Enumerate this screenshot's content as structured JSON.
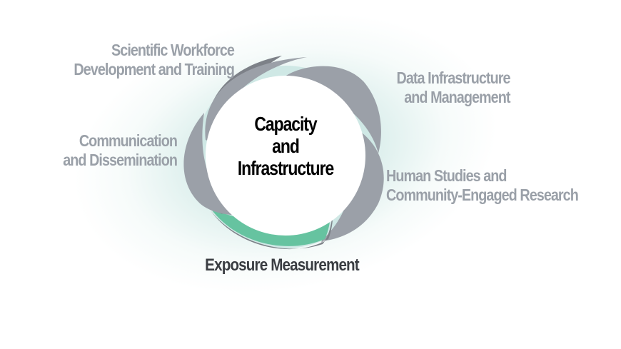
{
  "diagram": {
    "type": "cycle",
    "center": {
      "lines": [
        "Capacity",
        "and",
        "Infrastructure"
      ]
    },
    "segments": [
      {
        "id": "scientific-workforce",
        "lines": [
          "Scientific Workforce",
          "Development and Training"
        ],
        "color": "#9aa0a8",
        "highlighted": false
      },
      {
        "id": "data-infrastructure",
        "lines": [
          "Data Infrastructure",
          "and Management"
        ],
        "color": "#9aa0a8",
        "highlighted": false
      },
      {
        "id": "human-studies",
        "lines": [
          "Human Studies and",
          "Community-Engaged Research"
        ],
        "color": "#9aa0a8",
        "highlighted": false
      },
      {
        "id": "exposure-measurement",
        "lines": [
          "Exposure Measurement"
        ],
        "color": "#66c3a0",
        "highlighted": true
      },
      {
        "id": "communication",
        "lines": [
          "Communication",
          "and Dissemination"
        ],
        "color": "#9aa0a8",
        "highlighted": false
      }
    ],
    "colors": {
      "petal_gray": "#9ba0a8",
      "petal_shadow": "#7d8188",
      "petal_green": "#66c3a0",
      "glow_teal": "#c4e2de",
      "label_gray": "#9aa0a8",
      "label_dark": "#3a3d42",
      "center_text": "#000000"
    }
  }
}
